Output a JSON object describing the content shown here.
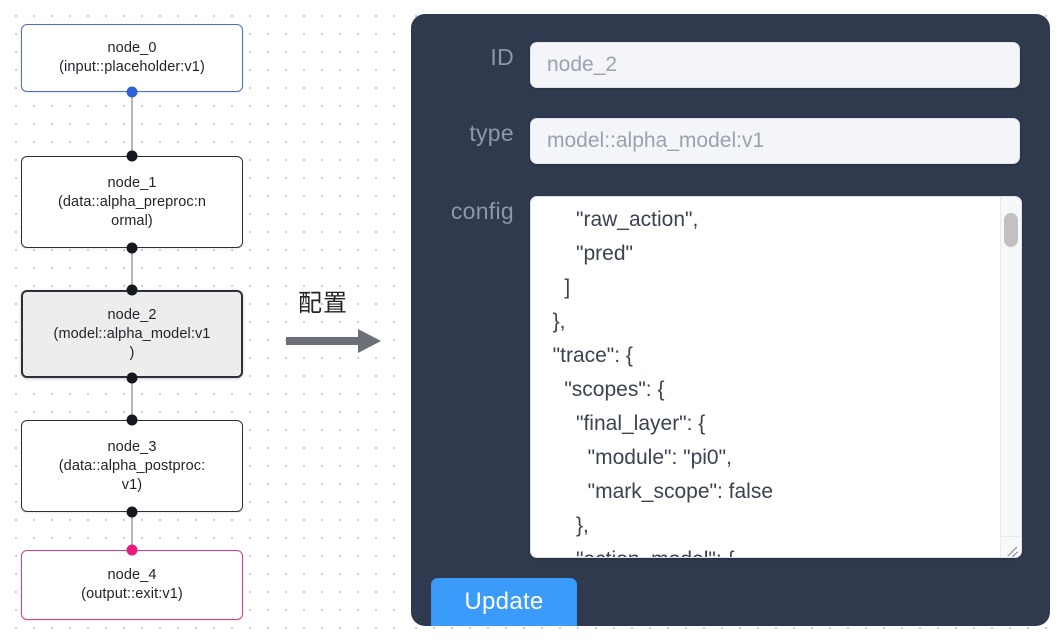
{
  "canvas": {
    "grid": "dot-grid",
    "grid_dot_color": "#c9ccd3",
    "background": "#ffffff"
  },
  "graph": {
    "nodes": [
      {
        "id": "node_0",
        "title": "node_0",
        "subtitle": "(input::placeholder:v1)",
        "accent": "#4a6fc4",
        "selected": false,
        "port_color": "#2f63d6"
      },
      {
        "id": "node_1",
        "title": "node_1",
        "subtitle": "(data::alpha_preproc:n",
        "subtitle2": "ormal)",
        "accent": "#2b2f38",
        "selected": false,
        "port_color": "#15181f"
      },
      {
        "id": "node_2",
        "title": "node_2",
        "subtitle": "(model::alpha_model:v1",
        "subtitle2": ")",
        "accent": "#2b2f38",
        "selected": true,
        "port_color": "#15181f"
      },
      {
        "id": "node_3",
        "title": "node_3",
        "subtitle": "(data::alpha_postproc:",
        "subtitle2": "v1)",
        "accent": "#2b2f38",
        "selected": false,
        "port_color": "#15181f"
      },
      {
        "id": "node_4",
        "title": "node_4",
        "subtitle": "(output::exit:v1)",
        "accent": "#e0398b",
        "selected": false,
        "port_color": "#e8197f"
      }
    ],
    "edges": [
      {
        "from": "node_0",
        "to": "node_1"
      },
      {
        "from": "node_1",
        "to": "node_2"
      },
      {
        "from": "node_2",
        "to": "node_3"
      },
      {
        "from": "node_3",
        "to": "node_4"
      }
    ],
    "edge_color": "#b6b6b6"
  },
  "transition": {
    "label": "配置",
    "arrow_color": "#6b6f76"
  },
  "config_panel": {
    "background": "#2f3a4e",
    "fields": [
      {
        "key": "id",
        "label": "ID",
        "value": "node_2"
      },
      {
        "key": "type",
        "label": "type",
        "value": "model::alpha_model:v1"
      }
    ],
    "id_label": "ID",
    "id_value": "node_2",
    "type_label": "type",
    "type_value": "model::alpha_model:v1",
    "config_label": "config",
    "config_value": "      \"raw_action\",\n      \"pred\"\n    ]\n  },\n  \"trace\": {\n    \"scopes\": {\n      \"final_layer\": {\n        \"module\": \"pi0\",\n        \"mark_scope\": false\n      },\n      \"action_model\": {",
    "scrollbar": {
      "visible": true,
      "thumb_position": "near-top"
    },
    "update_button_label": "Update",
    "update_button_color": "#3b9bfb"
  }
}
